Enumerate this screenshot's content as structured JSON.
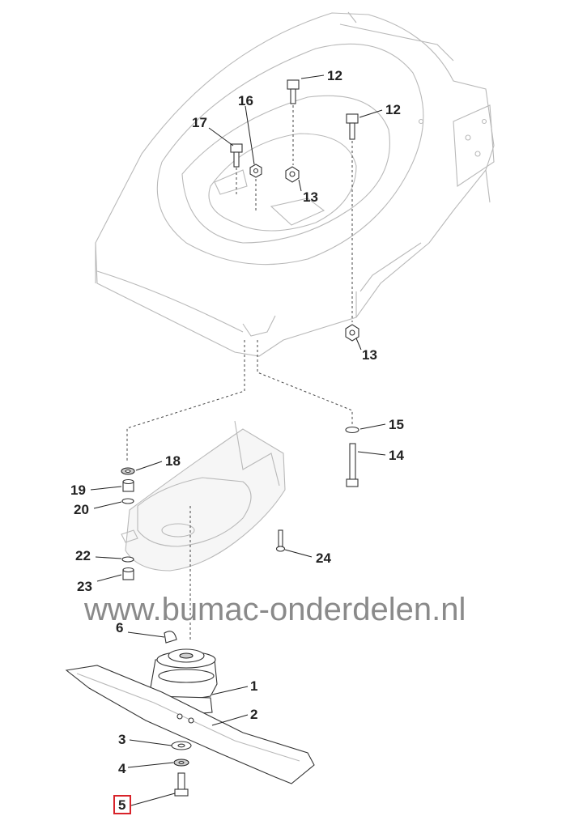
{
  "watermark": "www.bumac-onderdelen.nl",
  "colors": {
    "highlight": "#d8232a",
    "ink": "#222222",
    "ghost": "#b9b9b9"
  },
  "callouts": {
    "p1": "1",
    "p2": "2",
    "p3": "3",
    "p4": "4",
    "p5": "5",
    "p6": "6",
    "p12a": "12",
    "p12b": "12",
    "p13a": "13",
    "p13b": "13",
    "p14": "14",
    "p15": "15",
    "p16": "16",
    "p17": "17",
    "p18": "18",
    "p19": "19",
    "p20": "20",
    "p22": "22",
    "p23": "23",
    "p24": "24"
  },
  "highlighted_part": "5"
}
